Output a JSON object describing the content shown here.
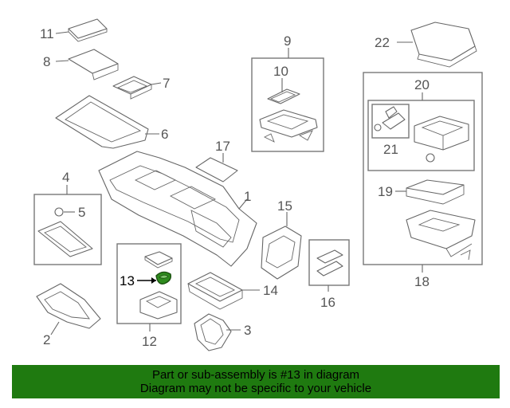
{
  "diagram": {
    "callouts": {
      "c1": "1",
      "c2": "2",
      "c3": "3",
      "c4": "4",
      "c5": "5",
      "c6": "6",
      "c7": "7",
      "c8": "8",
      "c9": "9",
      "c10": "10",
      "c11": "11",
      "c12": "12",
      "c13": "13",
      "c14": "14",
      "c15": "15",
      "c16": "16",
      "c17": "17",
      "c18": "18",
      "c19": "19",
      "c20": "20",
      "c21": "21",
      "c22": "22"
    },
    "highlighted_part": "13"
  },
  "banner": {
    "line1": "Part or sub-assembly is #13 in diagram",
    "line2": "Diagram may not be specific to your vehicle",
    "background_color": "#1f7a10",
    "text_color": "#000000"
  },
  "colors": {
    "highlight_fill": "#2e8b1e",
    "line": "#666666",
    "frame": "#777777"
  }
}
